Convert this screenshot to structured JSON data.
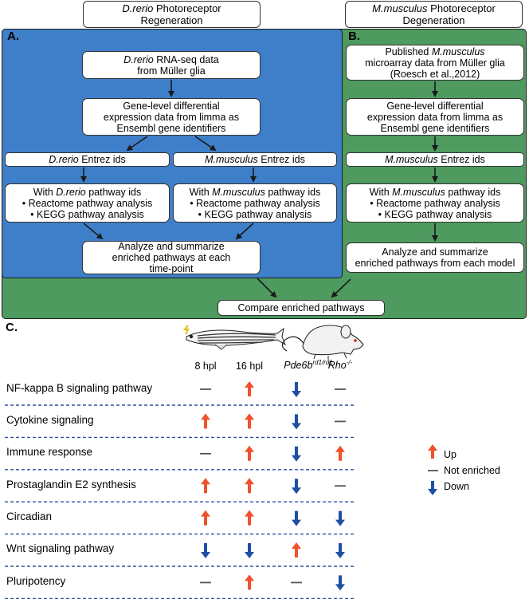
{
  "headers": {
    "left": {
      "species": "D.rerio",
      "rest": " Photoreceptor",
      "line2": "Regeneration"
    },
    "right": {
      "species": "M.musculus",
      "rest": " Photoreceptor",
      "line2": "Degeneration"
    }
  },
  "panel_a": {
    "label": "A.",
    "rnaseq": {
      "species": "D.rerio",
      "rest": " RNA-seq data",
      "line2": "from Müller glia"
    },
    "diffexp": {
      "l1": "Gene-level differential",
      "l2": "expression data from limma as",
      "l3": "Ensembl gene identifiers"
    },
    "entrez_dr": {
      "species": "D.rerio",
      "rest": " Entrez ids"
    },
    "entrez_mm": {
      "species": "M.musculus",
      "rest": " Entrez ids"
    },
    "pathway_dr": {
      "pre": "With ",
      "species": "D.rerio",
      "rest": " pathway ids",
      "b1": "• Reactome pathway analysis",
      "b2": "• KEGG pathway analysis"
    },
    "pathway_mm": {
      "pre": "With ",
      "species": "M.musculus",
      "rest": " pathway ids",
      "b1": "• Reactome pathway analysis",
      "b2": "• KEGG pathway analysis"
    },
    "summary": {
      "l1": "Analyze and summarize",
      "l2": "enriched pathways at each",
      "l3": "time-point"
    }
  },
  "panel_b": {
    "label": "B.",
    "microarray": {
      "pre": "Published ",
      "species": "M.musculus",
      "l2": "microarray data from Müller glia",
      "l3": "(Roesch et al.,2012)"
    },
    "diffexp": {
      "l1": "Gene-level differential",
      "l2": "expression data from limma as",
      "l3": "Ensembl gene identifiers"
    },
    "entrez_mm": {
      "species": "M.musculus",
      "rest": " Entrez ids"
    },
    "pathway_mm": {
      "pre": "With ",
      "species": "M.musculus",
      "rest": " pathway ids",
      "b1": "• Reactome pathway analysis",
      "b2": "• KEGG pathway analysis"
    },
    "summary": {
      "l1": "Analyze and summarize",
      "l2": "enriched pathways from each model"
    }
  },
  "compare": "Compare enriched pathways",
  "panel_c": {
    "label": "C.",
    "columns": [
      {
        "main": "8 hpl"
      },
      {
        "main": "16 hpl"
      },
      {
        "main": "Pde6b",
        "sup": "rd1/rd1"
      },
      {
        "main": "Rho",
        "sup": "-/-"
      }
    ],
    "rows": [
      {
        "label": "NF-kappa B signaling pathway",
        "values": [
          "none",
          "up",
          "down",
          "none"
        ]
      },
      {
        "label": "Cytokine signaling",
        "values": [
          "up",
          "up",
          "down",
          "none"
        ]
      },
      {
        "label": "Immune response",
        "values": [
          "none",
          "up",
          "down",
          "up"
        ]
      },
      {
        "label": "Prostaglandin E2 synthesis",
        "values": [
          "up",
          "up",
          "down",
          "none"
        ]
      },
      {
        "label": "Circadian",
        "values": [
          "up",
          "up",
          "down",
          "down"
        ]
      },
      {
        "label": "Wnt signaling pathway",
        "values": [
          "down",
          "down",
          "up",
          "down"
        ]
      },
      {
        "label": "Pluripotency",
        "values": [
          "none",
          "up",
          "none",
          "down"
        ]
      }
    ],
    "legend": {
      "up": "Up",
      "none": "Not enriched",
      "down": "Down"
    },
    "colors": {
      "up": "#f0522c",
      "down": "#1f4fa3",
      "none": "#555555",
      "divider": "#2f4f9f"
    }
  }
}
